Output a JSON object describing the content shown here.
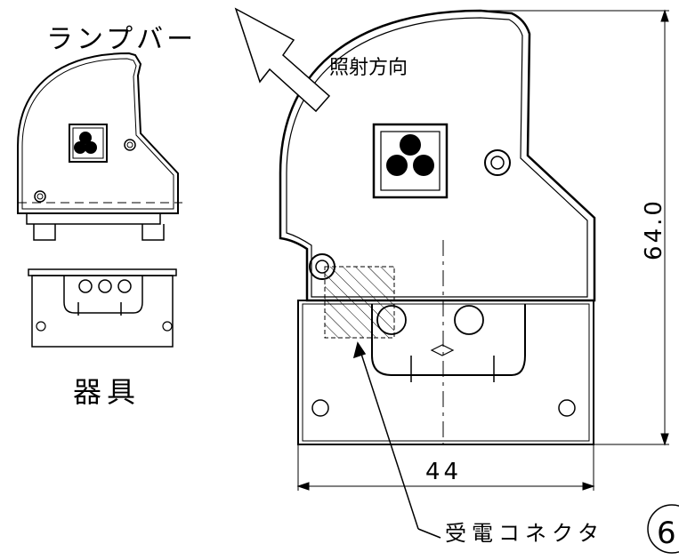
{
  "labels": {
    "lamp_bar": "ランプバー",
    "fixture": "器具",
    "irradiation_direction": "照射方向",
    "power_connector": "受電コネクタ"
  },
  "dimensions": {
    "width": "44",
    "height": "64.0"
  },
  "sheet_number": "6",
  "colors": {
    "line": "#000000",
    "background": "#ffffff"
  }
}
